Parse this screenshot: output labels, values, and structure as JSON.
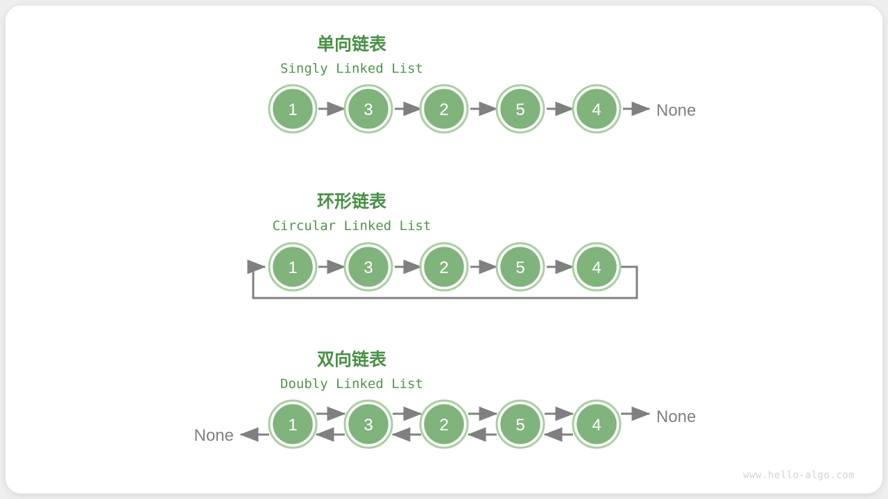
{
  "page": {
    "background_color": "#eeeeee",
    "card_color": "#ffffff",
    "watermark": "www.hello-algo.com"
  },
  "theme": {
    "node_fill": "#81b37d",
    "node_ring": "#a8ce9f",
    "title_color": "#4a9048",
    "subtitle_color": "#54924f",
    "arrow_color": "#808080",
    "none_color": "#808080"
  },
  "sections": [
    {
      "id": "singly",
      "title_cn": "单向链表",
      "title_en": "Singly Linked List",
      "nodes": [
        "1",
        "3",
        "2",
        "5",
        "4"
      ],
      "tail_label": "None",
      "head_label": null
    },
    {
      "id": "circular",
      "title_cn": "环形链表",
      "title_en": "Circular Linked List",
      "nodes": [
        "1",
        "3",
        "2",
        "5",
        "4"
      ],
      "tail_label": null,
      "head_label": null
    },
    {
      "id": "doubly",
      "title_cn": "双向链表",
      "title_en": "Doubly Linked List",
      "nodes": [
        "1",
        "3",
        "2",
        "5",
        "4"
      ],
      "tail_label": "None",
      "head_label": "None"
    }
  ]
}
